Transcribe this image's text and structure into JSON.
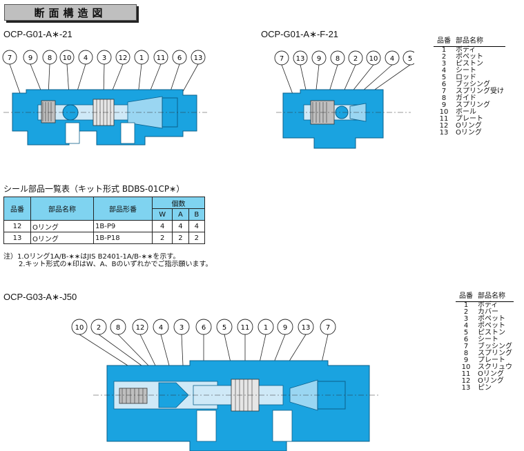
{
  "page_title": "断面構造図",
  "diagram1": {
    "model": "OCP-G01-A∗-21",
    "callouts": [
      "7",
      "9",
      "8",
      "10",
      "4",
      "3",
      "12",
      "1",
      "11",
      "6",
      "13"
    ]
  },
  "diagram2": {
    "model": "OCP-G01-A∗-F-21",
    "callouts": [
      "7",
      "13",
      "9",
      "8",
      "2",
      "10",
      "4",
      "5"
    ]
  },
  "parts_table_1": {
    "header_no": "品番",
    "header_name": "部品名称",
    "rows": [
      {
        "no": "1",
        "name": "ボディ"
      },
      {
        "no": "2",
        "name": "ポペット"
      },
      {
        "no": "3",
        "name": "ピストン"
      },
      {
        "no": "4",
        "name": "シート"
      },
      {
        "no": "5",
        "name": "ロッド"
      },
      {
        "no": "6",
        "name": "ブッシング"
      },
      {
        "no": "7",
        "name": "スプリング受け"
      },
      {
        "no": "8",
        "name": "ガイド"
      },
      {
        "no": "9",
        "name": "スプリング"
      },
      {
        "no": "10",
        "name": "ボール"
      },
      {
        "no": "11",
        "name": "プレート"
      },
      {
        "no": "12",
        "name": "Oリング"
      },
      {
        "no": "13",
        "name": "Oリング"
      }
    ]
  },
  "seal_section": {
    "title": "シール部品一覧表（キット形式 BDBS-01CP∗）",
    "headers": {
      "no": "品番",
      "name": "部品名称",
      "model": "部品形番",
      "qty": "個数",
      "w": "W",
      "a": "A",
      "b": "B"
    },
    "rows": [
      {
        "no": "12",
        "name": "Oリング",
        "model": "1B-P9",
        "w": "4",
        "a": "4",
        "b": "4"
      },
      {
        "no": "13",
        "name": "Oリング",
        "model": "1B-P18",
        "w": "2",
        "a": "2",
        "b": "2"
      }
    ],
    "note_prefix": "注）",
    "note_1": "1.Oリング1A/B-∗∗はJIS B2401-1A/B-∗∗を示す。",
    "note_2": "2.キット形式の∗印はW、A、Bのいずれかでご指示願います。"
  },
  "diagram3": {
    "model": "OCP-G03-A∗-J50",
    "callouts": [
      "10",
      "2",
      "8",
      "12",
      "4",
      "3",
      "6",
      "5",
      "11",
      "1",
      "9",
      "13",
      "7"
    ]
  },
  "parts_table_2": {
    "header_no": "品番",
    "header_name": "部品名称",
    "rows": [
      {
        "no": "1",
        "name": "ボディ"
      },
      {
        "no": "2",
        "name": "カバー"
      },
      {
        "no": "3",
        "name": "ポペット"
      },
      {
        "no": "4",
        "name": "ポペット"
      },
      {
        "no": "5",
        "name": "ピストン"
      },
      {
        "no": "6",
        "name": "シート"
      },
      {
        "no": "7",
        "name": "ブッシング"
      },
      {
        "no": "8",
        "name": "スプリング"
      },
      {
        "no": "9",
        "name": "プレート"
      },
      {
        "no": "10",
        "name": "スクリュウ"
      },
      {
        "no": "11",
        "name": "Oリング"
      },
      {
        "no": "12",
        "name": "Oリング"
      },
      {
        "no": "13",
        "name": "ピン"
      }
    ]
  },
  "colors": {
    "body": "#1aa3e0",
    "dark": "#0b5f8a",
    "header_fill": "#7fd3f0",
    "shade": "#c8c8c8"
  }
}
